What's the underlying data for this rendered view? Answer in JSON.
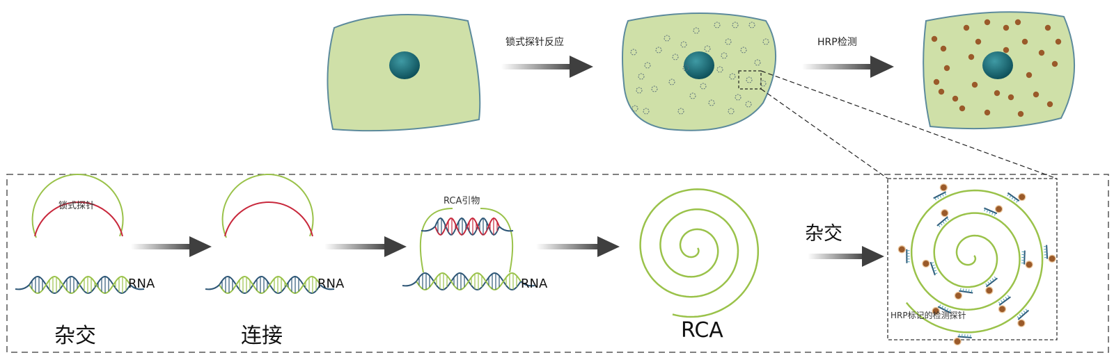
{
  "top": {
    "arrow1_label": "锁式探针反应",
    "arrow2_label": "HRP检测"
  },
  "bottom": {
    "stage1": {
      "probe_label": "锁式探针",
      "rna_label": "RNA",
      "caption": "杂交"
    },
    "stage2": {
      "rna_label": "RNA",
      "caption": "连接"
    },
    "stage3": {
      "primer_label": "RCA引物",
      "rna_label": "RNA"
    },
    "stage4": {
      "caption": "RCA"
    },
    "arrow4_label": "杂交",
    "stage5": {
      "probe_label": "HRP标记的检测探针"
    }
  },
  "colors": {
    "cell_fill": "#cfe0a8",
    "cell_stroke": "#5c8a9c",
    "nucleus": "#0f5f6a",
    "hrp_dot": "#9a5a2a",
    "probe_red": "#c8283c",
    "strand_green": "#9ac24a",
    "helix_blue": "#2d5676"
  }
}
